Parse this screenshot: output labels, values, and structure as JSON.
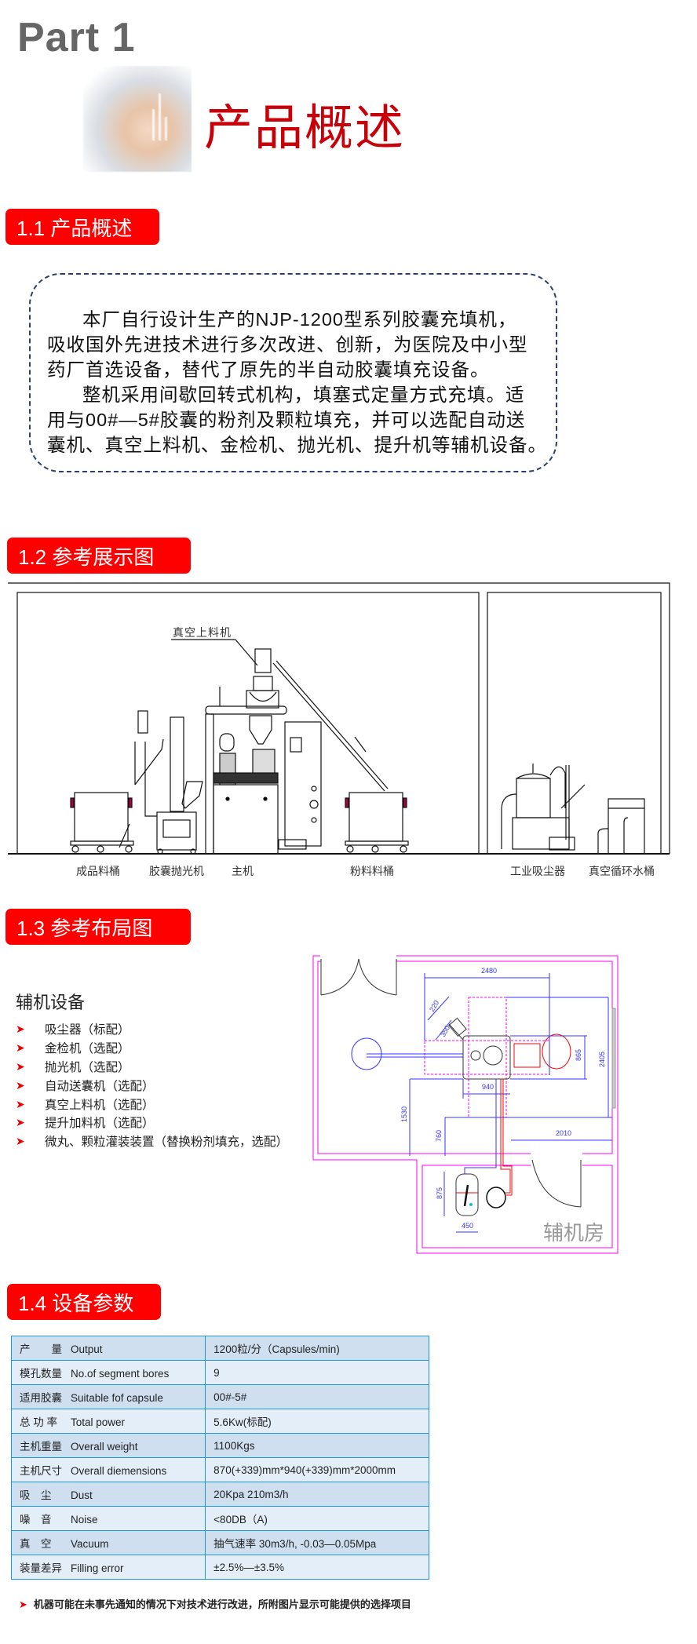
{
  "header": {
    "part": "Part 1",
    "title": "产品概述"
  },
  "sections": {
    "s1": "1.1 产品概述",
    "s2": "1.2 参考展示图",
    "s3": "1.3 参考布局图",
    "s4": "1.4 设备参数"
  },
  "intro": {
    "lines": [
      "本厂自行设计生产的NJP-1200型系列胶囊充填机，",
      "吸收国外先进技术进行多次改进、创新，为医院及中小型",
      "药厂首选设备，替代了原先的半自动胶囊填充设备。",
      "整机采用间歇回转式机构，填塞式定量方式充填。适",
      "用与00#—5#胶囊的粉剂及颗粒填充，并可以选配自动送",
      "囊机、真空上料机、金检机、抛光机、提升机等辅机设备。"
    ]
  },
  "display_drawing": {
    "callout": "真空上料机",
    "captions": [
      "成品料桶",
      "胶囊抛光机",
      "主机",
      "粉料料桶",
      "工业吸尘器",
      "真空循环水桶"
    ]
  },
  "layout": {
    "aux_title": "辅机设备",
    "aux_items": [
      "吸尘器（标配）",
      "金检机（选配）",
      "抛光机（选配）",
      "自动送囊机（选配）",
      "真空上料机（选配）",
      "提升加料机（选配）",
      "微丸、颗粒灌装装置（替换粉剂填充，选配）"
    ],
    "plan": {
      "room_label": "辅机房",
      "dims": [
        "2480",
        "2405",
        "865",
        "220",
        "350",
        "940",
        "1530",
        "760",
        "2010",
        "875",
        "450"
      ]
    }
  },
  "specs": {
    "rows": [
      {
        "cn": "产　　量",
        "en": "Output",
        "value": "1200粒/分（Capsules/min)"
      },
      {
        "cn": "模孔数量",
        "en": "No.of segment bores",
        "value": "9"
      },
      {
        "cn": "适用胶囊",
        "en": "Suitable fof capsule",
        "value": "00#-5#"
      },
      {
        "cn": "总 功 率",
        "en": "Total power",
        "value": "5.6Kw(标配)"
      },
      {
        "cn": "主机重量",
        "en": "Overall weight",
        "value": "1100Kgs"
      },
      {
        "cn": "主机尺寸",
        "en": "Overall diemensions",
        "value": "870(+339)mm*940(+339)mm*2000mm"
      },
      {
        "cn": "吸　尘",
        "en": "Dust",
        "value": "20Kpa   210m3/h"
      },
      {
        "cn": "噪　音",
        "en": "Noise",
        "value": "<80DB（A)"
      },
      {
        "cn": "真　空",
        "en": "Vacuum",
        "value": "抽气速率 30m3/h, -0.03—0.05Mpa"
      },
      {
        "cn": "装量差异",
        "en": "Filling error",
        "value": "±2.5%—±3.5%"
      }
    ]
  },
  "footnote": "机器可能在未事先通知的情况下对技术进行改进，所附图片显示可能提供的选择项目",
  "colors": {
    "accent_red": "#ff0000",
    "title_red": "#c8000a",
    "table_border": "#1a9ad6",
    "row_dark": "#cfdff0",
    "row_light": "#e4eef8"
  }
}
